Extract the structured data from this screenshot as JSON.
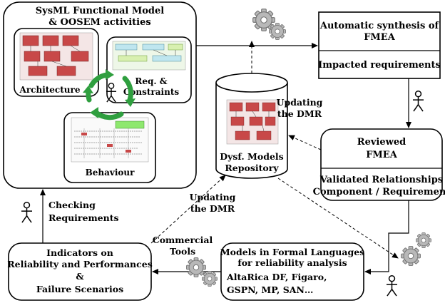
{
  "functional_model": {
    "title_line1": "SysML Functional Model",
    "title_line2": "& OOSEM activities",
    "architecture": "Architecture",
    "req_line1": "Req. &",
    "req_line2": "Constraints",
    "behaviour": "Behaviour"
  },
  "fmea_synthesis": {
    "line1": "Automatic synthesis of",
    "line2": "FMEA",
    "impacted": "Impacted requirements"
  },
  "reviewed_fmea": {
    "line1": "Reviewed",
    "line2": "FMEA",
    "validated_line1": "Validated Relationships",
    "validated_line2": "Component / Requirement"
  },
  "repository": {
    "line1": "Dysf. Models",
    "line2": "Repository"
  },
  "formal_models": {
    "line1": "Models in Formal Languages",
    "line2": "for reliability analysis",
    "line3": "AltaRica DF, Figaro,",
    "line4": "GSPN, MP, SAN…"
  },
  "indicators": {
    "line1": "Indicators on",
    "line2": "Reliability and Performances",
    "line3": "&",
    "line4": "Failure Scenarios"
  },
  "labels": {
    "updating_top_1": "Updating",
    "updating_top_2": "the DMR",
    "updating_bottom_1": "Updating",
    "updating_bottom_2": "the DMR",
    "commercial_1": "Commercial",
    "commercial_2": "Tools",
    "checking_1": "Checking",
    "checking_2": "Requirements"
  },
  "icons": [
    "gears-icon",
    "actor-icon",
    "cycle-arrows-icon",
    "database-icon"
  ]
}
